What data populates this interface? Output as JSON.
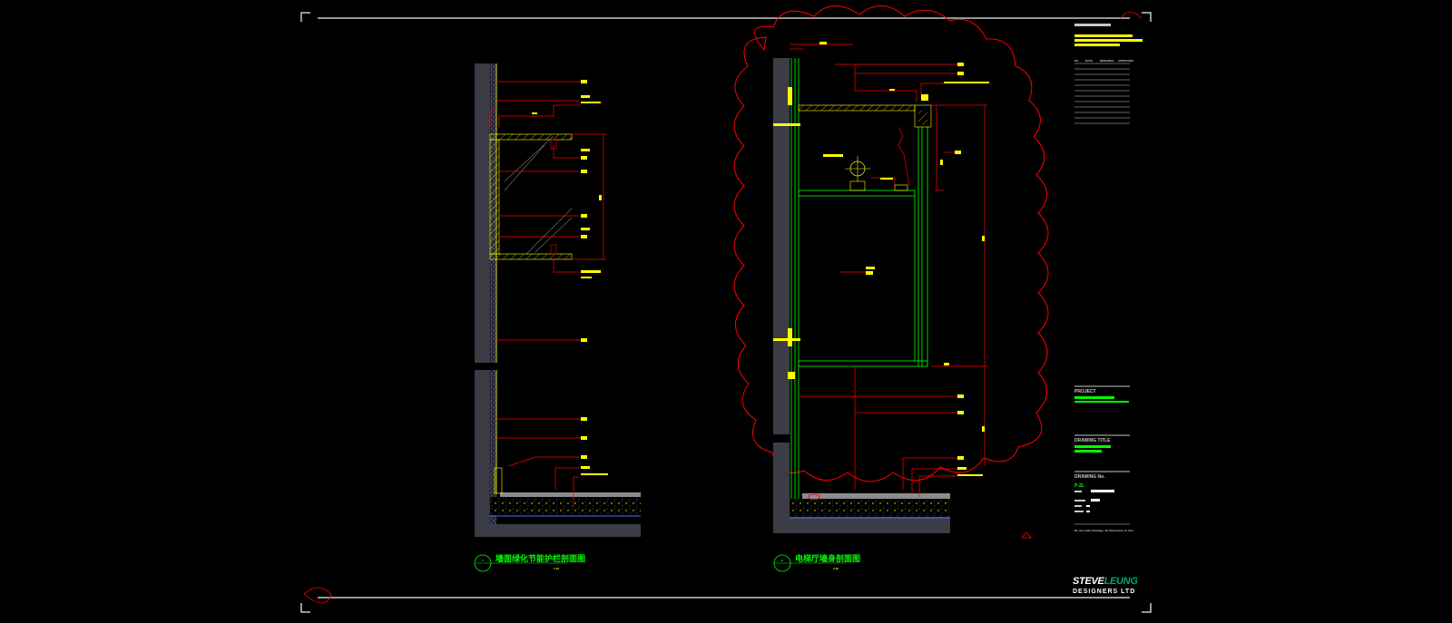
{
  "sheet": {
    "company": {
      "name_a": "STEVE",
      "name_b": "LEUNG",
      "sub": "DESIGNERS LTD"
    },
    "project_label": "PROJECT",
    "drawing_title_label": "DRAWING TITLE",
    "drawing_no_label": "DRAWING No.",
    "drawing_no": "P-2L",
    "revision_header": [
      "NO",
      "DATE",
      "REMARKS",
      "APPROVED"
    ],
    "footer_note": "Do not scale drawings. All dimensions in mm."
  },
  "views": {
    "left": {
      "index": "A",
      "title": "墙面绿化节能护栏剖面图",
      "scale": "1:10"
    },
    "right": {
      "index": "B",
      "title": "电梯厅墙身剖面图",
      "scale": "1:10"
    }
  },
  "colors": {
    "background": "#000000",
    "annotation": "#ff0000",
    "text": "#ffff00",
    "section": "#00ff00",
    "wall_fill": "#3c3c46",
    "frame": "#c8c8c8"
  },
  "icons": [
    "north-arrow-icon",
    "section-marker-icon",
    "revision-cloud-icon"
  ]
}
